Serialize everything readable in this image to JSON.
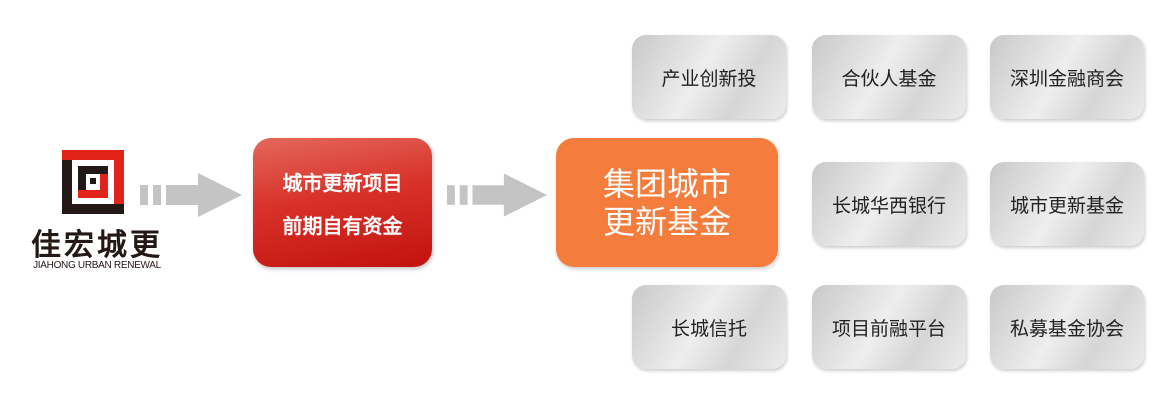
{
  "logo": {
    "name_cn": "佳宏城更",
    "name_en": "JIAHONG URBAN RENEWAL",
    "colors": {
      "red": "#e2231a",
      "dark": "#231815"
    }
  },
  "source_box": {
    "line1": "城市更新项目",
    "line2": "前期自有资金",
    "color": "#d0201a"
  },
  "fund_box": {
    "line1": "集团城市",
    "line2": "更新基金",
    "color": "#f47c3c"
  },
  "partners": [
    "产业创新投",
    "合伙人基金",
    "深圳金融商会",
    "长城华西银行",
    "城市更新基金",
    "长城信托",
    "项目前融平台",
    "私募基金协会"
  ],
  "arrow_color": "#c4c4c4"
}
